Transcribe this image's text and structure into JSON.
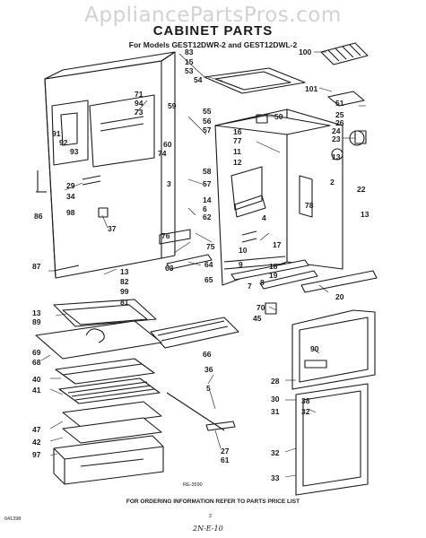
{
  "watermark": "AppliancePartsPros.com",
  "title": "CABINET PARTS",
  "subtitle": "For Models GEST12DWR-2 and GEST12DWL-2",
  "ref_code": "RE-3590",
  "footer_note": "FOR ORDERING INFORMATION REFER TO PARTS PRICE LIST",
  "code_left": "641398",
  "page_no": "2",
  "handwritten": "2N-E-10",
  "callouts": [
    "100",
    "83",
    "15",
    "53",
    "54",
    "101",
    "51",
    "25",
    "26",
    "24",
    "23",
    "50",
    "71",
    "94",
    "73",
    "59",
    "55",
    "56",
    "57",
    "16",
    "77",
    "11",
    "12",
    "91",
    "92",
    "93",
    "60",
    "74",
    "58",
    "3",
    "13",
    "2",
    "22",
    "29",
    "34",
    "98",
    "37",
    "86",
    "57",
    "14",
    "6",
    "62",
    "4",
    "78",
    "13",
    "76",
    "75",
    "10",
    "9",
    "17",
    "63",
    "64",
    "65",
    "18",
    "19",
    "8",
    "7",
    "20",
    "87",
    "13",
    "82",
    "99",
    "81",
    "13",
    "89",
    "70",
    "45",
    "66",
    "69",
    "68",
    "36",
    "5",
    "40",
    "41",
    "47",
    "42",
    "97",
    "90",
    "28",
    "30",
    "31",
    "38",
    "32",
    "32",
    "27",
    "61",
    "33"
  ]
}
